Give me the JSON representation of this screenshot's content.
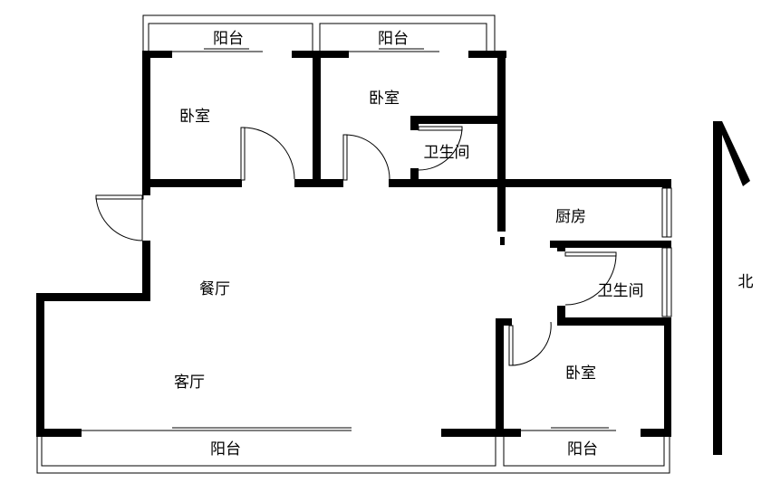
{
  "floorplan": {
    "rooms": {
      "balcony_top_left": "阳台",
      "balcony_top_right": "阳台",
      "bedroom_nw": "卧室",
      "bedroom_n": "卧室",
      "bathroom_n": "卫生间",
      "kitchen": "厨房",
      "bathroom_e": "卫生间",
      "dining": "餐厅",
      "living": "客厅",
      "bedroom_se": "卧室",
      "balcony_bottom_left": "阳台",
      "balcony_bottom_right": "阳台"
    },
    "compass": {
      "label": "北",
      "icon": "north-arrow-icon"
    }
  }
}
